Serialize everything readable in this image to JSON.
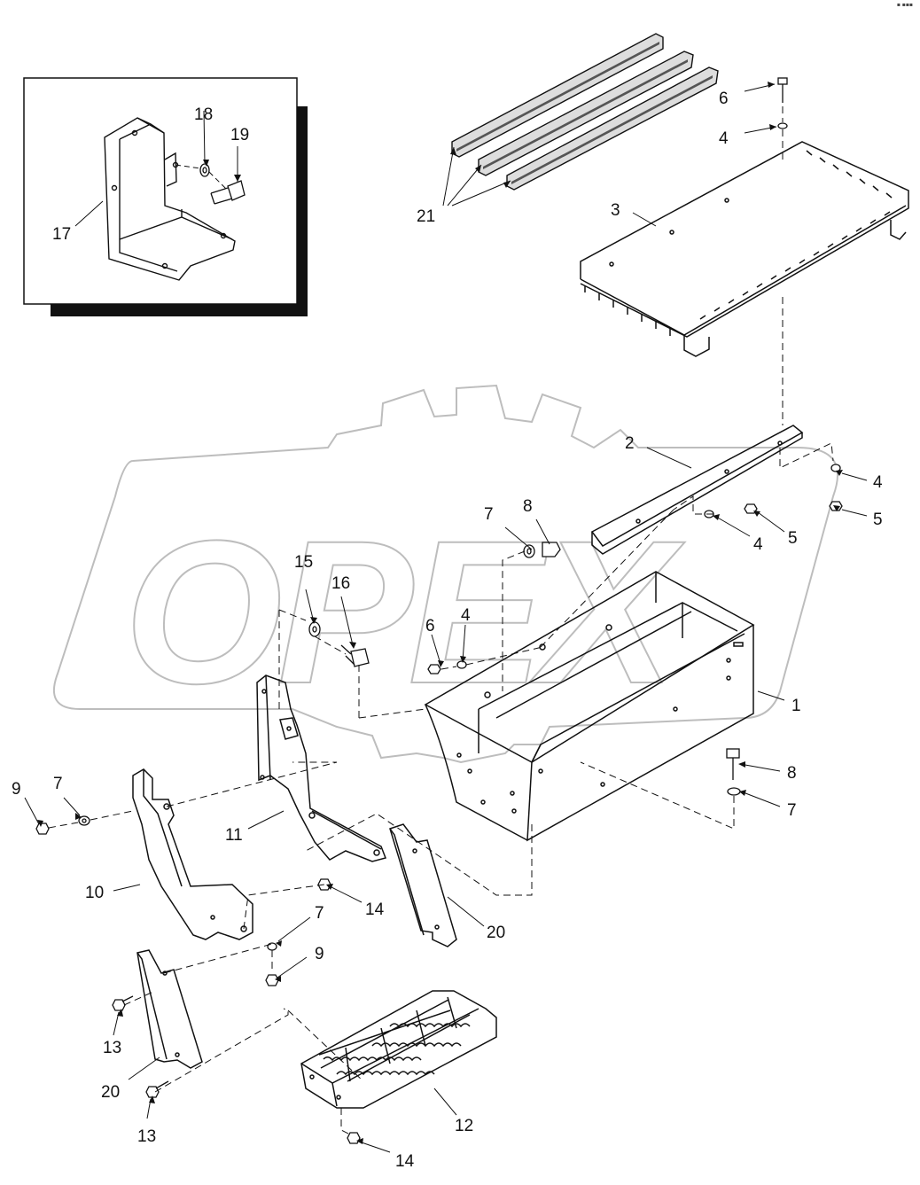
{
  "corner_mark": "▪ ▪▪▪",
  "watermark_text": "OPEX",
  "colors": {
    "line": "#111111",
    "watermark": "#bdbdbd",
    "inset_shadow": "#111111"
  },
  "callouts": {
    "c1": "1",
    "c2": "2",
    "c3": "3",
    "c4a": "4",
    "c4b": "4",
    "c4c": "4",
    "c4d": "4",
    "c5a": "5",
    "c5b": "5",
    "c6a": "6",
    "c6b": "6",
    "c7a": "7",
    "c7b": "7",
    "c7c": "7",
    "c7d": "7",
    "c8a": "8",
    "c8b": "8",
    "c9a": "9",
    "c9b": "9",
    "c10": "10",
    "c11": "11",
    "c12": "12",
    "c13a": "13",
    "c13b": "13",
    "c14a": "14",
    "c14b": "14",
    "c15": "15",
    "c16": "16",
    "c17": "17",
    "c18": "18",
    "c19": "19",
    "c20a": "20",
    "c20b": "20",
    "c21": "21"
  }
}
